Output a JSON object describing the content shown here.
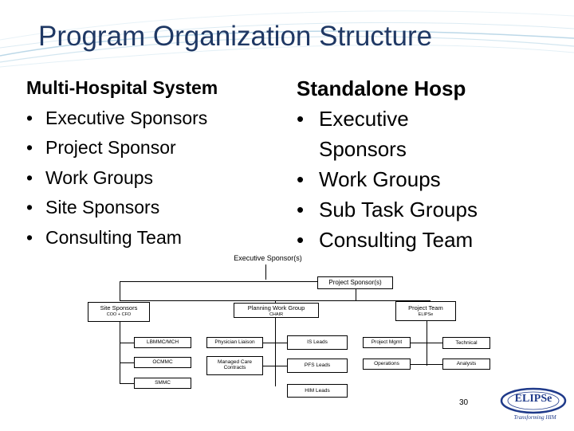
{
  "slide": {
    "title": "Program Organization Structure",
    "page_number": "30"
  },
  "left_column": {
    "heading": "Multi-Hospital System",
    "items": [
      "Executive Sponsors",
      "Project Sponsor",
      "Work Groups",
      "Site Sponsors",
      "Consulting Team"
    ]
  },
  "right_column": {
    "heading": "Standalone Hosp",
    "items": [
      "Executive Sponsors",
      "Work Groups",
      "Sub Task Groups",
      "Consulting Team"
    ]
  },
  "org_chart": {
    "executive_sponsor": "Executive Sponsor(s)",
    "project_sponsor": "Project Sponsor(s)",
    "site_sponsors": {
      "label": "Site Sponsors",
      "sub": "COO + CFO"
    },
    "planning_work_group": {
      "label": "Planning Work Group",
      "sub": "CHAIR"
    },
    "project_team": {
      "label": "Project Team",
      "sub": "ELIPSe"
    },
    "site_boxes": [
      "LBMMC/MCH",
      "OCMMC",
      "SMMC"
    ],
    "group_col1": [
      "Physician Liaison",
      "Managed Care Contracts"
    ],
    "group_col2": [
      "IS Leads",
      "PFS Leads",
      "HIM Leads"
    ],
    "team_col1": [
      "Project Mgmt",
      "Operations"
    ],
    "team_col2": [
      "Technical",
      "Analysts"
    ]
  },
  "logo": {
    "text": "ELIPSe",
    "tagline": "Transforming HIM",
    "color": "#1f3a8a"
  },
  "colors": {
    "title": "#1f3864",
    "swoosh": "#cfe3ee"
  }
}
